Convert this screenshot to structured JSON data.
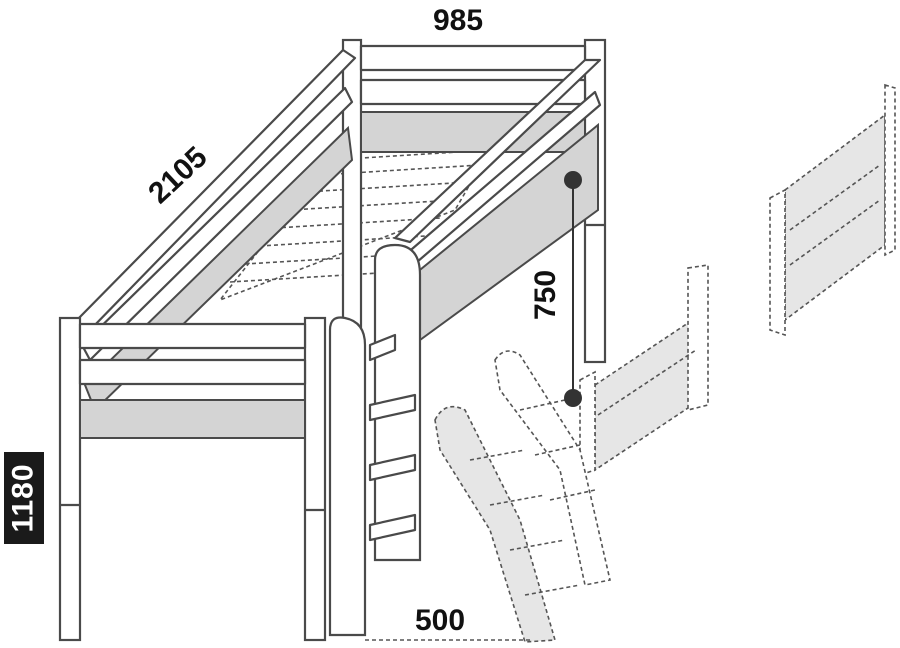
{
  "dimensions": {
    "width": "985",
    "length": "2105",
    "ladder_height": "750",
    "ladder_depth": "500",
    "total_height": "1180"
  }
}
